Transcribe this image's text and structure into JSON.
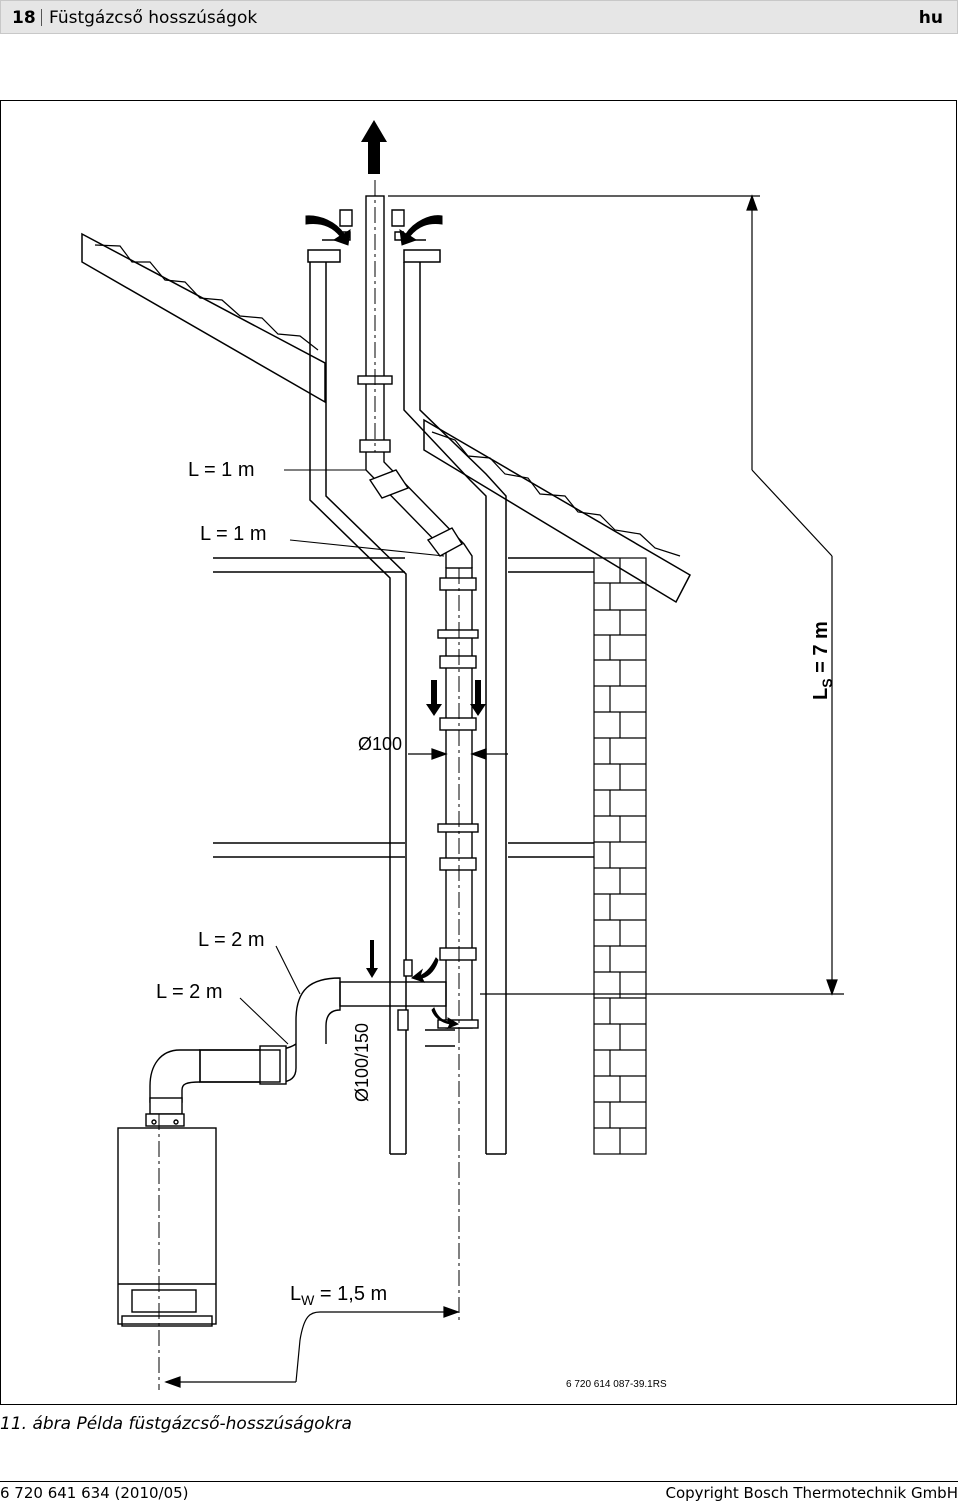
{
  "header": {
    "page_number": "18",
    "title": "Füstgázcső hosszúságok",
    "language": "hu"
  },
  "labels": {
    "l1a": "L = 1 m",
    "l1b": "L = 1 m",
    "l2a": "L = 2 m",
    "l2b": "L = 2 m",
    "ls_main": "L",
    "ls_sub": "S",
    "ls_val": " = 7 m",
    "dia100": "Ø100",
    "dia100150": "Ø100/150",
    "lw_main": "L",
    "lw_sub": "W",
    "lw_val": " = 1,5 m",
    "drawing_code": "6 720 614 087-39.1RS"
  },
  "caption": "11. ábra Példa füstgázcső-hosszúságokra",
  "footer": {
    "doc_number": "6 720 641 634 (2010/05)",
    "copyright": "Copyright Bosch Thermotechnik GmbH"
  }
}
